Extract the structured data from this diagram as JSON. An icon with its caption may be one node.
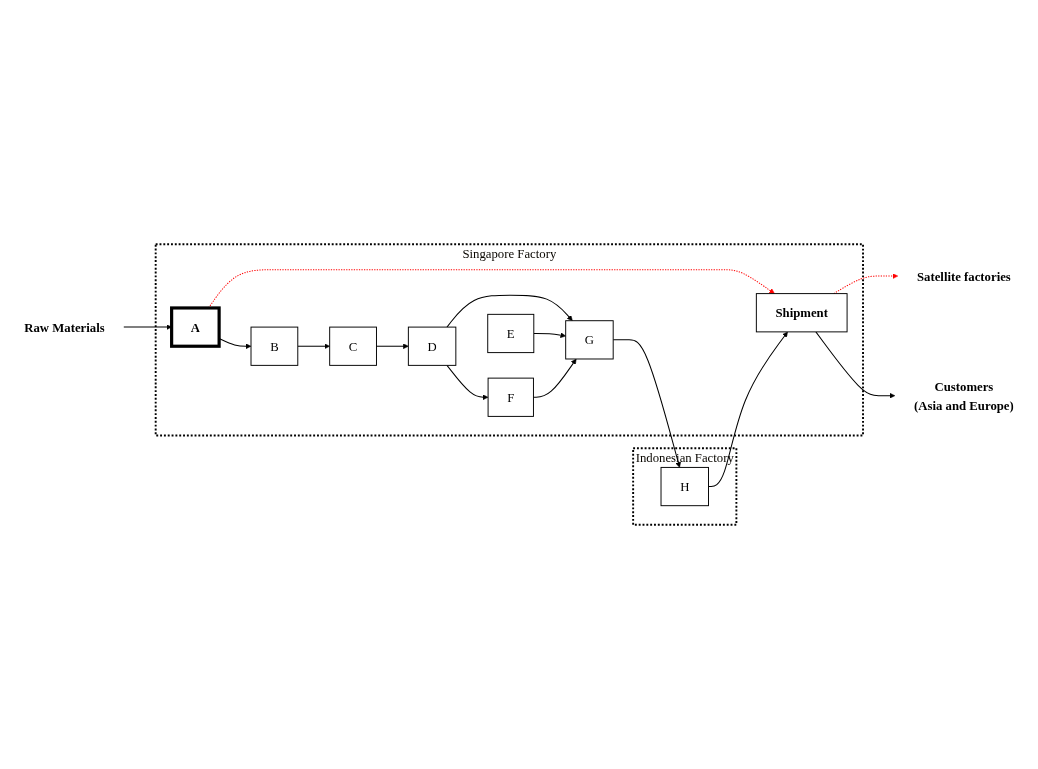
{
  "diagram": {
    "nodes": [
      {
        "text": [
          "Singapore Factory"
        ]
      },
      {
        "text": [
          "Raw Materials"
        ]
      },
      {
        "text": [
          "A"
        ],
        "in": 0
      },
      {
        "text": [
          "B"
        ],
        "in": 0
      },
      {
        "text": [
          "C"
        ],
        "in": 0
      },
      {
        "text": [
          "D"
        ],
        "in": 0
      },
      {
        "text": [
          "E"
        ],
        "in": 0
      },
      {
        "text": [
          "G"
        ],
        "in": 0
      },
      {
        "text": [
          "F"
        ],
        "in": 0
      },
      {
        "text": [
          "Shipment"
        ],
        "in": 0
      },
      {
        "text": [
          "Satellite factories"
        ]
      },
      {
        "text": [
          "Customers",
          "(Asia and Europe)"
        ]
      },
      {
        "text": [
          "Indonesian Factory"
        ]
      },
      {
        "text": [
          "H"
        ],
        "in": 12
      }
    ],
    "edges": [
      {
        "from": 1,
        "to": 2,
        "arrow": "to"
      },
      {
        "from": 2,
        "to": 3,
        "arrow": "to"
      },
      {
        "from": 3,
        "to": 4,
        "arrow": "to"
      },
      {
        "from": 4,
        "to": 5,
        "arrow": "to"
      },
      {
        "from": 5,
        "to": 7,
        "arrow": "to"
      },
      {
        "from": 5,
        "to": 8,
        "arrow": "to"
      },
      {
        "from": 6,
        "to": 7,
        "arrow": "to"
      },
      {
        "from": 8,
        "to": 7,
        "arrow": "to"
      },
      {
        "from": 2,
        "to": 9,
        "arrow": "to",
        "style": "dashed",
        "color": "#ff0000"
      },
      {
        "from": 9,
        "to": 10,
        "arrow": "to",
        "style": "dashed",
        "color": "#ff0000"
      },
      {
        "from": 7,
        "to": 13,
        "arrow": "to"
      },
      {
        "from": 13,
        "to": 9,
        "arrow": "to"
      },
      {
        "from": 9,
        "to": 11,
        "arrow": "to"
      }
    ]
  }
}
